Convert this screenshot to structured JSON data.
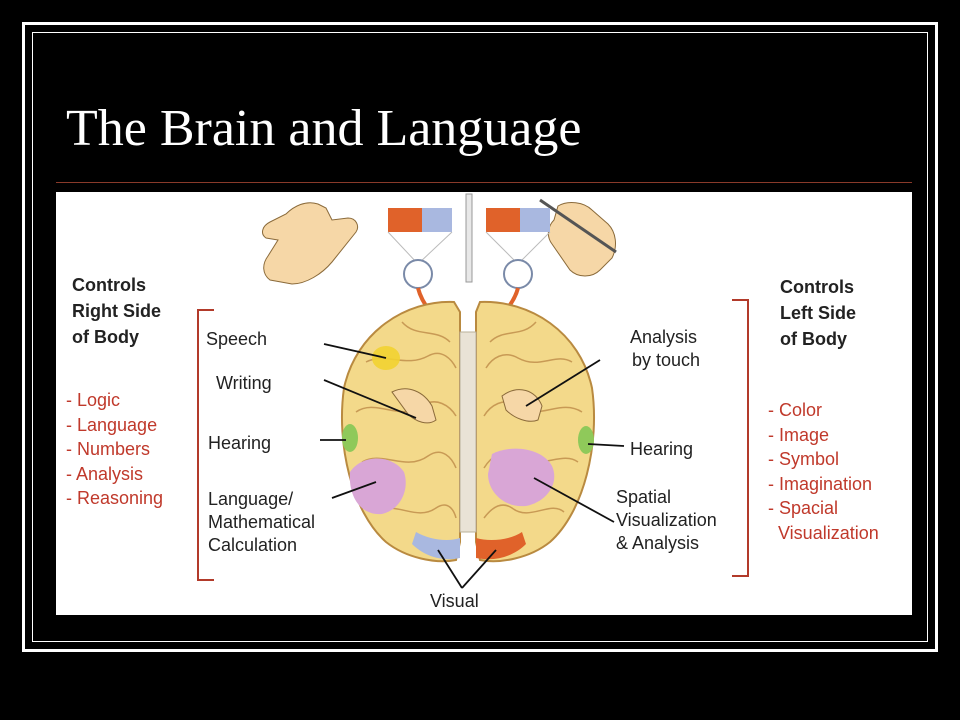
{
  "slide": {
    "title": "The Brain and Language"
  },
  "left_panel": {
    "heading": [
      "Controls",
      "Right Side",
      "of Body"
    ],
    "traits": [
      "- Logic",
      "- Language",
      "- Numbers",
      "- Analysis",
      "- Reasoning"
    ]
  },
  "right_panel": {
    "heading": [
      "Controls",
      "Left Side",
      "of Body"
    ],
    "traits": [
      "- Color",
      "- Image",
      "- Symbol",
      "- Imagination",
      "- Spacial",
      "  Visualization"
    ]
  },
  "left_regions": {
    "speech": "Speech",
    "writing": "Writing",
    "hearing": "Hearing",
    "math": [
      "Language/",
      "Mathematical",
      "Calculation"
    ]
  },
  "right_regions": {
    "touch": [
      "Analysis",
      "by touch"
    ],
    "hearing": "Hearing",
    "spatial": [
      "Spatial",
      "Visualization",
      "& Analysis"
    ]
  },
  "bottom": {
    "visual": "Visual"
  },
  "colors": {
    "background": "#000000",
    "frame": "#ffffff",
    "trait_text": "#c0392b",
    "bracket": "#b23a2a",
    "brain": "#f3d98a",
    "region_language": "#d9a6d6",
    "region_hearing": "#8fc95a",
    "region_speech": "#f2d230",
    "region_visual_left": "#a9b8e0",
    "region_visual_right": "#e0622a"
  }
}
